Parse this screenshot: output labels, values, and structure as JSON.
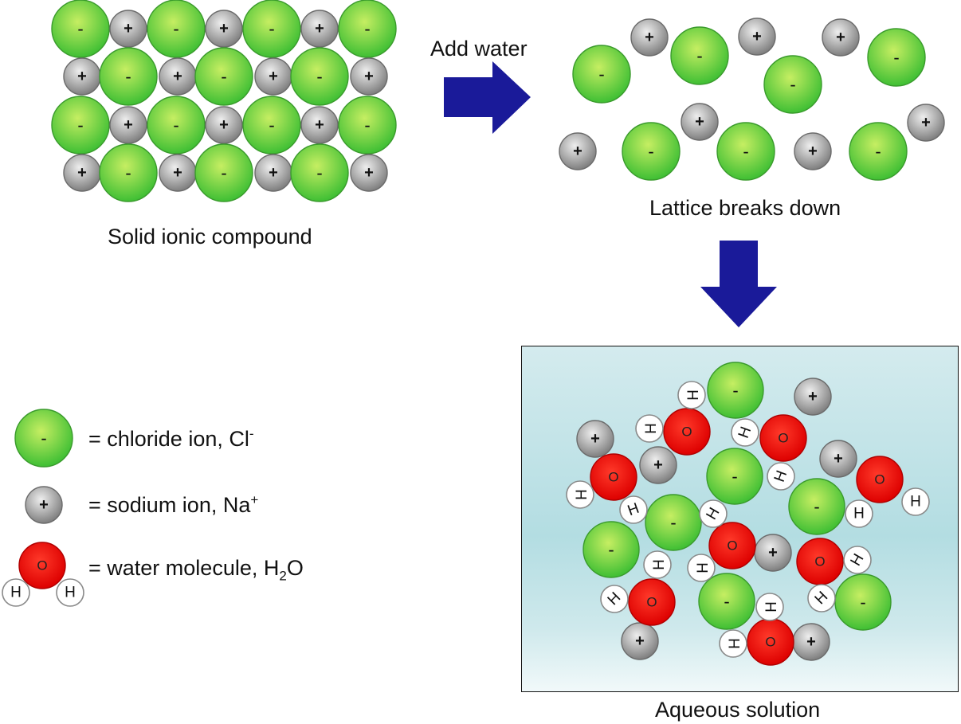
{
  "labels": {
    "solid": "Solid ionic compound",
    "add_water": "Add water",
    "lattice": "Lattice breaks down",
    "aqueous": "Aqueous solution"
  },
  "legend": {
    "chloride": {
      "symbol": "-",
      "prefix": "= chloride ion, Cl",
      "sup": "-"
    },
    "sodium": {
      "symbol": "+",
      "prefix": "= sodium ion, Na",
      "sup": "+"
    },
    "water": {
      "oxygen": "O",
      "hydrogen": "H",
      "prefix": "= water molecule, H",
      "sub": "2",
      "suffix": "O"
    }
  },
  "symbols": {
    "chloride": "-",
    "sodium": "+",
    "oxygen": "O",
    "hydrogen": "H"
  },
  "colors": {
    "chloride_center": "#c6ee62",
    "chloride_edge": "#3fbf34",
    "sodium_center": "#eeeeee",
    "sodium_edge": "#7f7f7f",
    "oxygen_center": "#ff3a2a",
    "oxygen_edge": "#dd0000",
    "hydrogen_fill": "#ffffff",
    "arrow": "#1a1a99"
  }
}
